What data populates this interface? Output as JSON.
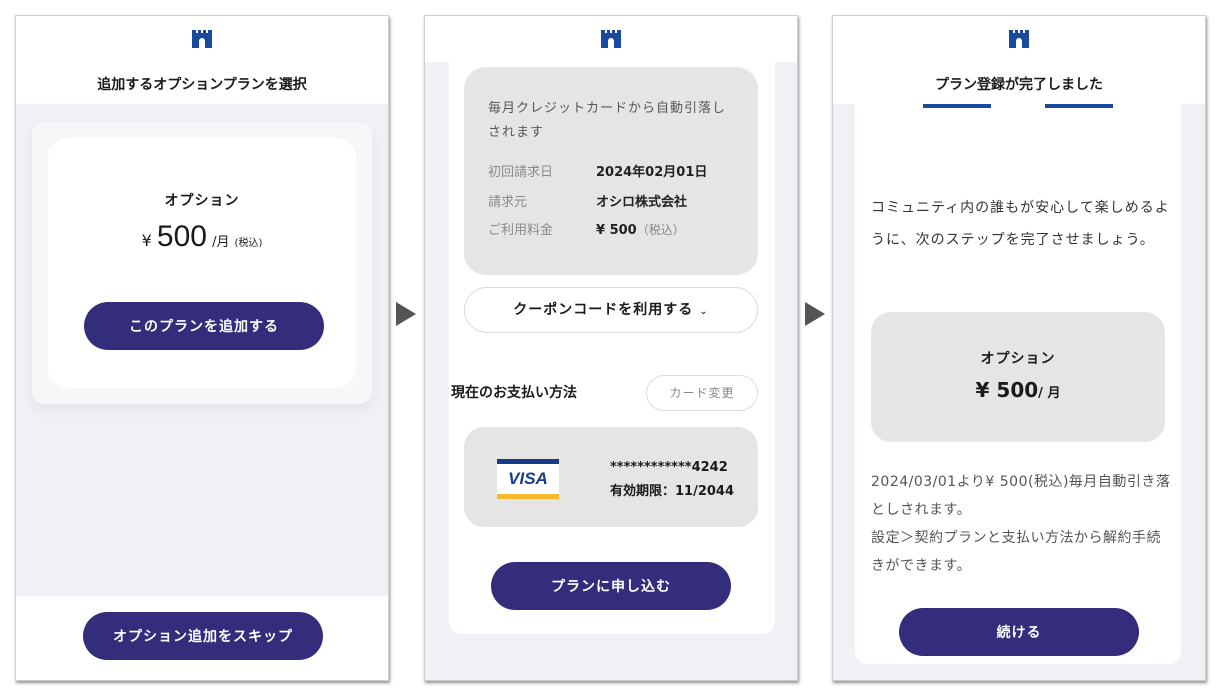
{
  "colors": {
    "primary": "#332d7b",
    "logo": "#1a4a9e",
    "panel_bg": "#f0f1f5",
    "card_gray": "#e5e5e5"
  },
  "screens": [
    {
      "header": {
        "logo": "castle-logo-icon",
        "title": "追加するオプションプランを選択"
      },
      "plan_card": {
        "name": "オプション",
        "currency": "¥",
        "amount": "500",
        "period": "/月",
        "tax_note": "(税込)",
        "add_button": "このプランを追加する"
      },
      "footer": {
        "skip_button": "オプション追加をスキップ"
      }
    },
    {
      "header": {
        "logo": "castle-logo-icon"
      },
      "billing": {
        "note": "毎月クレジットカードから自動引落しされます",
        "rows": [
          {
            "label": "初回請求日",
            "value": "2024年02月01日"
          },
          {
            "label": "請求元",
            "value": "オシロ株式会社"
          },
          {
            "label": "ご利用料金",
            "value": "¥ 500",
            "tax": "（税込）"
          }
        ]
      },
      "coupon": {
        "label": "クーポンコードを利用する",
        "icon": "chevron-down-icon",
        "chevron": "⌄"
      },
      "payment": {
        "label": "現在のお支払い方法",
        "change_button": "カード変更",
        "card_brand": "VISA",
        "card_number": "************4242",
        "expiry": "有効期限：11/2044"
      },
      "apply_button": "プランに申し込む"
    },
    {
      "header": {
        "logo": "castle-logo-icon",
        "title": "プラン登録が完了しました"
      },
      "message": "コミュニティ内の誰もが安心して楽しめるように、次のステップを完了させましょう。",
      "plan_card": {
        "name": "オプション",
        "price": "¥ 500",
        "period": "/ 月"
      },
      "note_line1": "2024/03/01より¥ 500(税込)毎月自動引き落としされます。",
      "note_line2": "設定＞契約プランと支払い方法から解約手続きができます。",
      "continue_button": "続ける"
    }
  ],
  "flow_arrows": [
    "arrow-right-icon",
    "arrow-right-icon"
  ]
}
